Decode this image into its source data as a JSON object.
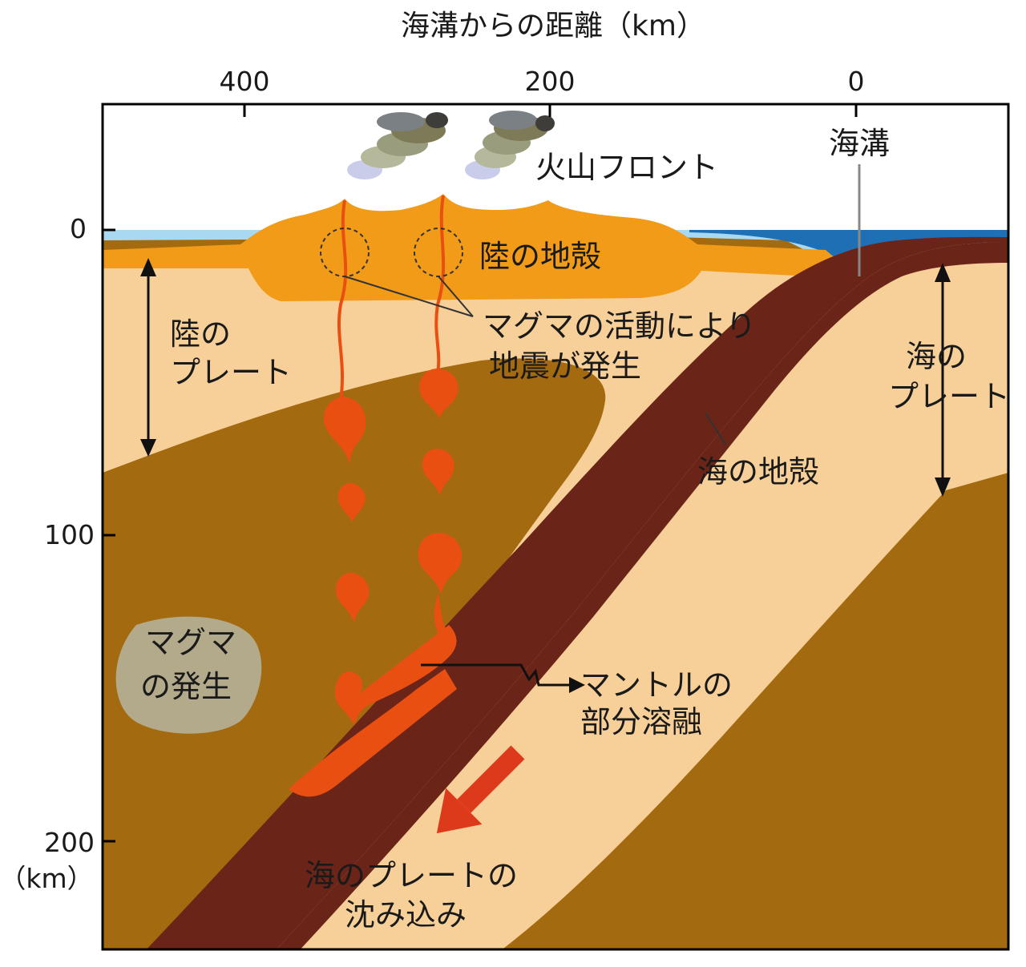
{
  "axis": {
    "top_title": "海溝からの距離（km）",
    "top_ticks": [
      "400",
      "200",
      "0"
    ],
    "left_ticks": [
      "0",
      "100",
      "200"
    ],
    "left_unit": "（km）"
  },
  "labels": {
    "volcanic_front": "火山フロント",
    "trench": "海溝",
    "continental_crust": "陸の地殻",
    "magma_quake_1": "マグマの活動により",
    "magma_quake_2": "地震が発生",
    "continental_plate_1": "陸の",
    "continental_plate_2": "プレート",
    "oceanic_plate_1": "海の",
    "oceanic_plate_2": "プレート",
    "oceanic_crust": "海の地殻",
    "magma_gen_1": "マグマ",
    "magma_gen_2": "の発生",
    "partial_melt_1": "マントルの",
    "partial_melt_2": "部分溶融",
    "subduction_1": "海のプレートの",
    "subduction_2": "沈み込み"
  },
  "colors": {
    "mantle": "#a36a0f",
    "plate": "#f7cf98",
    "crust": "#f29b18",
    "oceanic_crust": "#6b2418",
    "magma": "#ea4f12",
    "sea_shallow": "#a9d9f2",
    "sea_deep": "#1f6fb5",
    "arrow": "#dd3a1c",
    "magma_chamber": "#b3aa8c"
  }
}
